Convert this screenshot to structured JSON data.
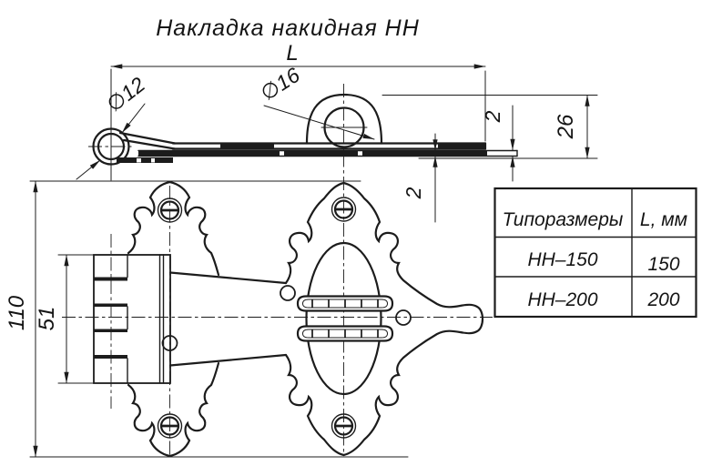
{
  "title": "Накладка накидная НН",
  "side_view": {
    "dim_L": "L",
    "dim_d12": "∅12",
    "dim_d16": "∅16",
    "dim_plate_thickness": "2",
    "dim_strap_thickness": "2",
    "dim_overall_height": "26"
  },
  "front_view": {
    "dim_total_height": "110",
    "dim_hinge_height": "51"
  },
  "table": {
    "col1_header": "Типоразмеры",
    "col2_header": "L, мм",
    "rows": [
      {
        "type": "НН–150",
        "length": "150"
      },
      {
        "type": "НН–200",
        "length": "200"
      }
    ]
  },
  "colors": {
    "line": "#1c1c1c",
    "background": "#ffffff"
  }
}
